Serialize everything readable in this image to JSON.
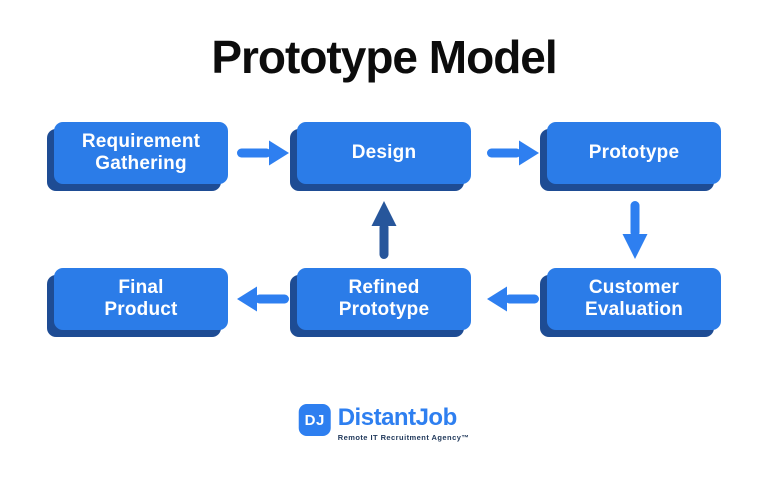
{
  "title": "Prototype Model",
  "colors": {
    "box_fill": "#2b7ce8",
    "box_shadow": "#1e4c94",
    "arrow": "#2e7ff0",
    "arrow_dark": "#27569b",
    "text_on_box": "#ffffff",
    "title": "#0c0c0c",
    "logo_blue": "#2e7ff0",
    "tagline": "#223a5c"
  },
  "diagram": {
    "nodes": [
      {
        "id": "requirement-gathering",
        "label": "Requirement Gathering",
        "lines": [
          "Requirement",
          "Gathering"
        ]
      },
      {
        "id": "design",
        "label": "Design",
        "lines": [
          "Design"
        ]
      },
      {
        "id": "prototype",
        "label": "Prototype",
        "lines": [
          "Prototype"
        ]
      },
      {
        "id": "final-product",
        "label": "Final Product",
        "lines": [
          "Final",
          "Product"
        ]
      },
      {
        "id": "refined-prototype",
        "label": "Refined Prototype",
        "lines": [
          "Refined",
          "Prototype"
        ]
      },
      {
        "id": "customer-evaluation",
        "label": "Customer Evaluation",
        "lines": [
          "Customer",
          "Evaluation"
        ]
      }
    ],
    "edges": [
      {
        "from": "requirement-gathering",
        "to": "design",
        "direction": "right"
      },
      {
        "from": "design",
        "to": "prototype",
        "direction": "right"
      },
      {
        "from": "prototype",
        "to": "customer-evaluation",
        "direction": "down"
      },
      {
        "from": "customer-evaluation",
        "to": "refined-prototype",
        "direction": "left"
      },
      {
        "from": "refined-prototype",
        "to": "final-product",
        "direction": "left"
      },
      {
        "from": "refined-prototype",
        "to": "design",
        "direction": "up"
      }
    ]
  },
  "logo": {
    "monogram": "DJ",
    "name": "DistantJob",
    "tagline": "Remote IT Recruitment Agency™"
  }
}
